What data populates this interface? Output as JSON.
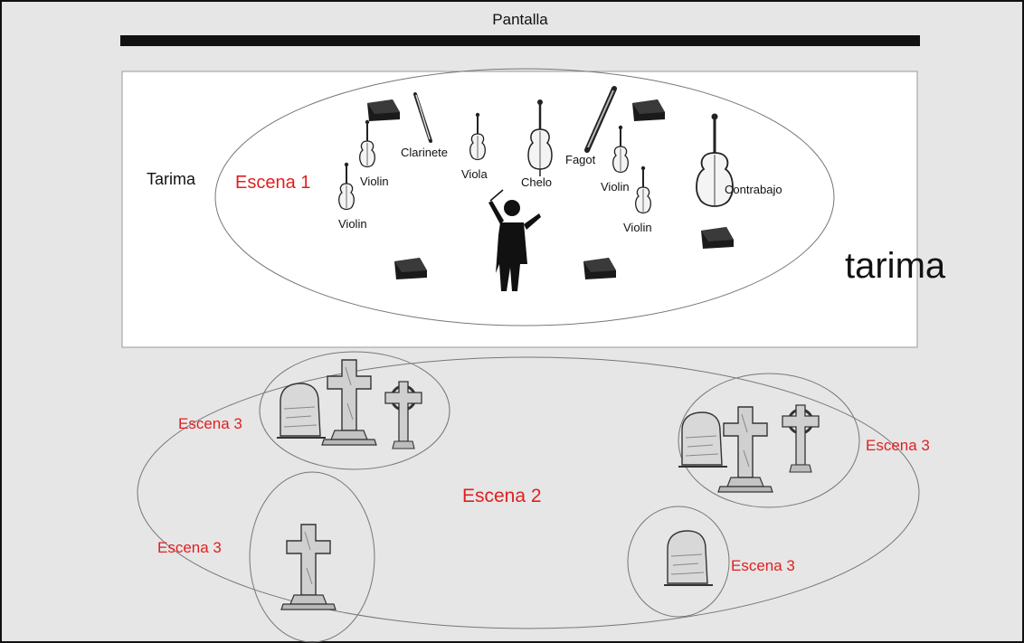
{
  "screen": {
    "label": "Pantalla"
  },
  "platform": {
    "label": "Tarima",
    "big_label": "tarima"
  },
  "scene1": {
    "label": "Escena 1",
    "instruments": [
      {
        "name": "violin",
        "label": "Violin"
      },
      {
        "name": "violin",
        "label": "Violin"
      },
      {
        "name": "clarinet",
        "label": "Clarinete"
      },
      {
        "name": "viola",
        "label": "Viola"
      },
      {
        "name": "cello",
        "label": "Chelo"
      },
      {
        "name": "bassoon",
        "label": "Fagot"
      },
      {
        "name": "violin",
        "label": "Violin"
      },
      {
        "name": "violin",
        "label": "Violin"
      },
      {
        "name": "double-bass",
        "label": "Contrabajo"
      }
    ]
  },
  "scene2": {
    "label": "Escena 2"
  },
  "scene3": {
    "labels": [
      "Escena 3",
      "Escena 3",
      "Escena 3",
      "Escena 3"
    ]
  },
  "colors": {
    "background": "#e6e6e6",
    "stage": "#ffffff",
    "screen_bar": "#111111",
    "scene_label": "#e02020"
  },
  "icons": [
    "speaker-monitor-icon",
    "conductor-icon",
    "violin-icon",
    "viola-icon",
    "cello-icon",
    "double-bass-icon",
    "clarinet-icon",
    "bassoon-icon",
    "gravestone-icon",
    "cross-gravestone-icon",
    "celtic-cross-icon"
  ]
}
